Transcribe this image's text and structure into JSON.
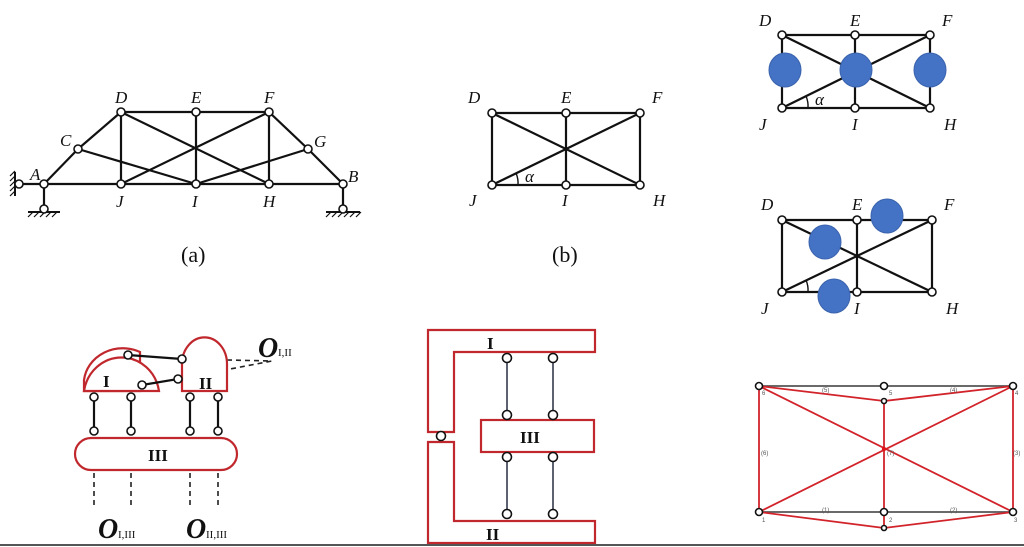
{
  "figure_a": {
    "caption": "(a)",
    "node_labels": {
      "A": "A",
      "B": "B",
      "C": "C",
      "D": "D",
      "E": "E",
      "F": "F",
      "G": "G",
      "H": "H",
      "I": "I",
      "J": "J"
    }
  },
  "figure_b": {
    "caption": "(b)",
    "node_labels": {
      "D": "D",
      "E": "E",
      "F": "F",
      "H": "H",
      "I": "I",
      "J": "J"
    },
    "angle_label": "α"
  },
  "figure_c": {
    "node_labels": {
      "D": "D",
      "E": "E",
      "F": "F",
      "H": "H",
      "I": "I",
      "J": "J"
    },
    "angle_label": "α",
    "blob_color": "#4472c4"
  },
  "figure_d": {
    "node_labels": {
      "D": "D",
      "E": "E",
      "F": "F",
      "H": "H",
      "I": "I",
      "J": "J"
    },
    "blob_color": "#4472c4"
  },
  "figure_e": {
    "body_labels": {
      "I": "I",
      "II": "II",
      "III": "III"
    },
    "pole_labels": {
      "o12": {
        "main": "O",
        "sub": "I,II"
      },
      "o13": {
        "main": "O",
        "sub": "I,III"
      },
      "o23": {
        "main": "O",
        "sub": "II,III"
      }
    },
    "outline_color": "#c0282d"
  },
  "figure_f": {
    "body_labels": {
      "I": "I",
      "II": "II",
      "III": "III"
    },
    "outline_color": "#c0282d"
  },
  "figure_g": {
    "node_numbers": [
      "1",
      "2",
      "3",
      "4",
      "5",
      "6"
    ],
    "member_labels": [
      "(1)",
      "(2)",
      "(3)",
      "(4)",
      "(5)",
      "(6)",
      "(7)"
    ],
    "line_color": "#d2232a"
  }
}
